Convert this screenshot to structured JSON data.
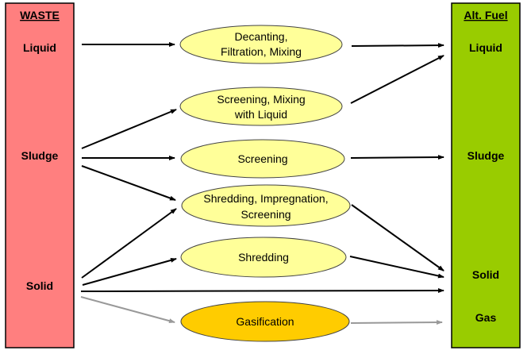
{
  "waste": {
    "title": "WASTE",
    "color": "#ff7f7f",
    "items": [
      "Liquid",
      "Sludge",
      "Solid"
    ]
  },
  "fuel": {
    "title": "Alt. Fuel",
    "color": "#99cc00",
    "items": [
      "Liquid",
      "Sludge",
      "Solid",
      "Gas"
    ]
  },
  "processes": [
    {
      "id": "decanting",
      "lines": [
        "Decanting,",
        "Filtration, Mixing"
      ],
      "color": "#ffff99"
    },
    {
      "id": "screening-mixing",
      "lines": [
        "Screening, Mixing",
        "with Liquid"
      ],
      "color": "#ffff99"
    },
    {
      "id": "screening",
      "lines": [
        "Screening"
      ],
      "color": "#ffff99"
    },
    {
      "id": "shredding-impregnation",
      "lines": [
        "Shredding, Impregnation,",
        "Screening"
      ],
      "color": "#ffff99"
    },
    {
      "id": "shredding",
      "lines": [
        "Shredding"
      ],
      "color": "#ffff99"
    },
    {
      "id": "gasification",
      "lines": [
        "Gasification"
      ],
      "color": "#ffcc00"
    }
  ],
  "flows": [
    {
      "from": "waste-liquid",
      "to": "decanting"
    },
    {
      "from": "decanting",
      "to": "fuel-liquid"
    },
    {
      "from": "waste-sludge",
      "to": "screening-mixing"
    },
    {
      "from": "screening-mixing",
      "to": "fuel-liquid"
    },
    {
      "from": "waste-sludge",
      "to": "screening"
    },
    {
      "from": "screening",
      "to": "fuel-sludge"
    },
    {
      "from": "waste-sludge",
      "to": "shredding-impregnation"
    },
    {
      "from": "waste-solid",
      "to": "shredding-impregnation"
    },
    {
      "from": "shredding-impregnation",
      "to": "fuel-solid"
    },
    {
      "from": "waste-solid",
      "to": "shredding"
    },
    {
      "from": "shredding",
      "to": "fuel-solid"
    },
    {
      "from": "waste-solid",
      "to": "fuel-solid"
    },
    {
      "from": "waste-solid",
      "to": "gasification",
      "style": "gray"
    },
    {
      "from": "gasification",
      "to": "fuel-gas",
      "style": "gray"
    }
  ]
}
